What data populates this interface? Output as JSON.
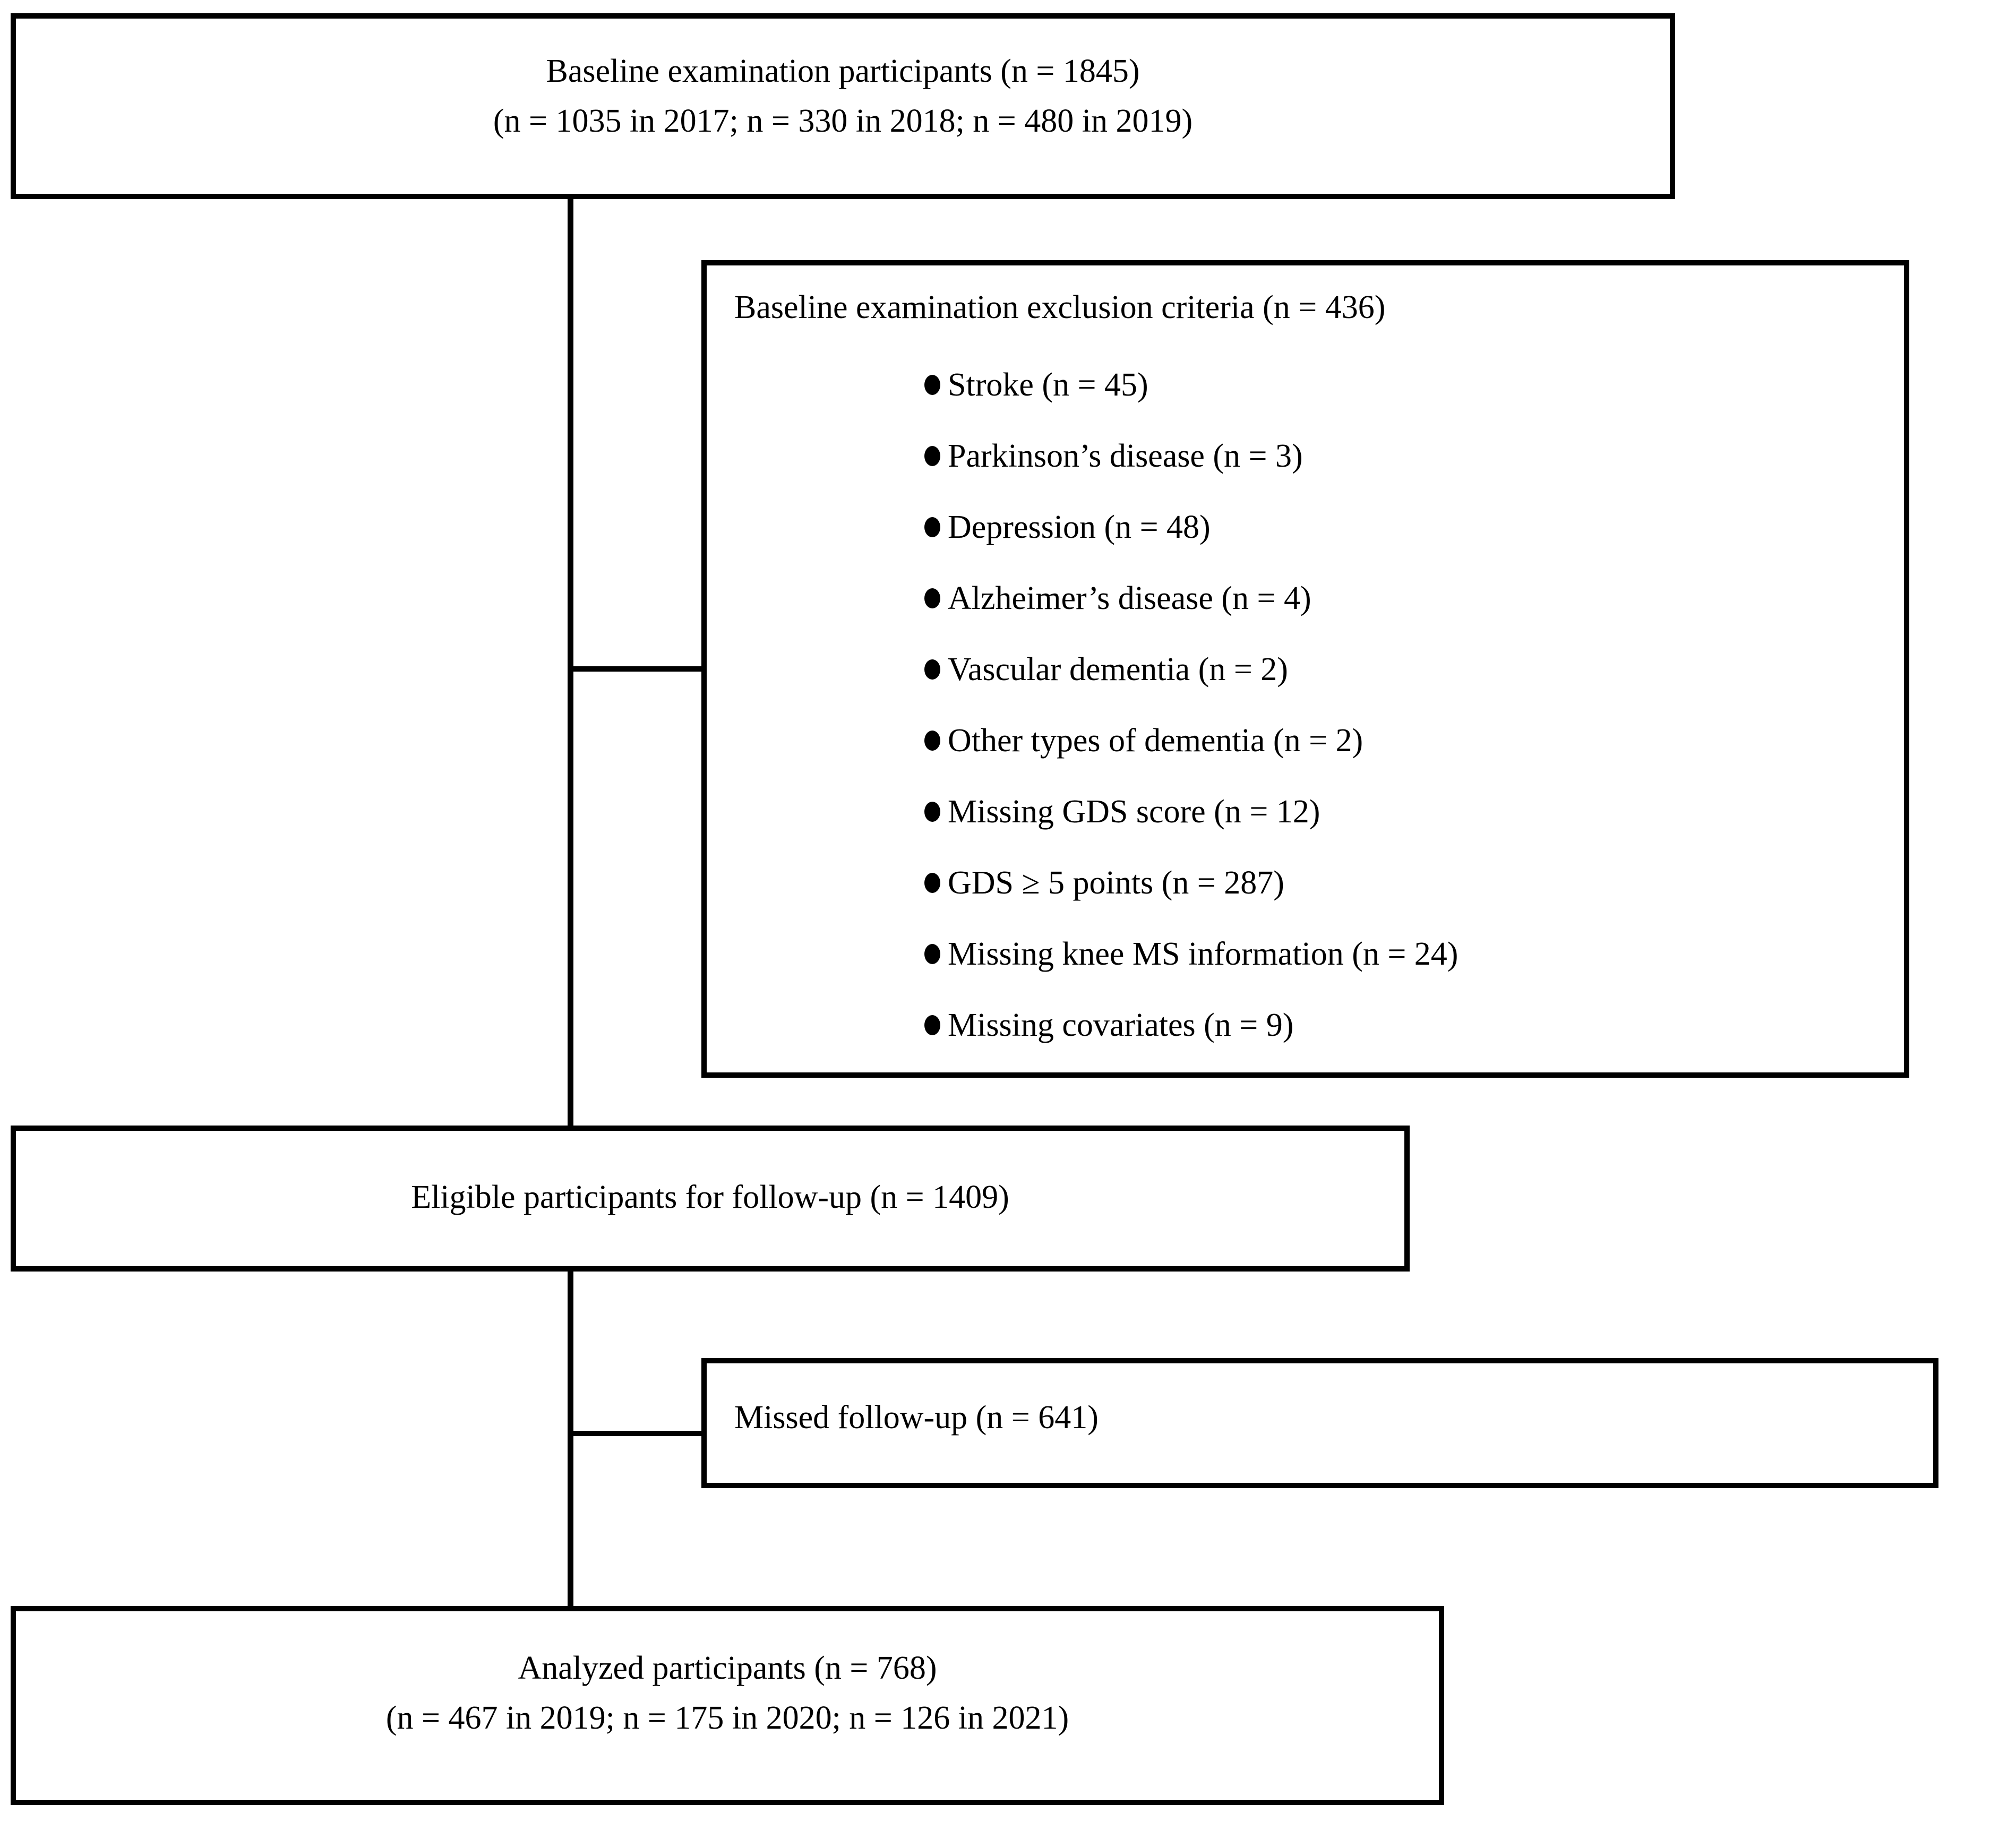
{
  "diagram": {
    "type": "participant-flow-diagram",
    "ink_color": "#000000",
    "background_color": "#ffffff",
    "baseline_box": {
      "line1": "Baseline examination participants (n = 1845)",
      "line2": "(n = 1035 in 2017; n = 330 in 2018; n = 480 in 2019)",
      "total_n": 1845,
      "by_year": [
        {
          "year": 2017,
          "n": 1035
        },
        {
          "year": 2018,
          "n": 330
        },
        {
          "year": 2019,
          "n": 480
        }
      ]
    },
    "exclusion_box": {
      "title": "Baseline examination exclusion criteria (n = 436)",
      "total_n": 436,
      "bullet_glyph": "filled-circle",
      "items": [
        {
          "label": "Stroke (n = 45)",
          "n": 45
        },
        {
          "label": "Parkinson’s disease (n = 3)",
          "n": 3
        },
        {
          "label": "Depression (n = 48)",
          "n": 48
        },
        {
          "label": "Alzheimer’s disease (n = 4)",
          "n": 4
        },
        {
          "label": "Vascular dementia (n = 2)",
          "n": 2
        },
        {
          "label": "Other types of dementia (n = 2)",
          "n": 2
        },
        {
          "label": "Missing GDS score (n = 12)",
          "n": 12
        },
        {
          "label": "GDS ≥ 5 points (n = 287)",
          "n": 287
        },
        {
          "label": "Missing knee MS information (n = 24)",
          "n": 24
        },
        {
          "label": "Missing covariates (n = 9)",
          "n": 9
        }
      ]
    },
    "eligible_box": {
      "line1": "Eligible participants for follow-up (n = 1409)",
      "total_n": 1409
    },
    "missed_box": {
      "line1": "Missed follow-up (n = 641)",
      "total_n": 641
    },
    "analyzed_box": {
      "line1": "Analyzed participants (n = 768)",
      "line2": "(n = 467 in 2019; n = 175 in 2020; n = 126 in 2021)",
      "total_n": 768,
      "by_year": [
        {
          "year": 2019,
          "n": 467
        },
        {
          "year": 2020,
          "n": 175
        },
        {
          "year": 2021,
          "n": 126
        }
      ]
    }
  }
}
